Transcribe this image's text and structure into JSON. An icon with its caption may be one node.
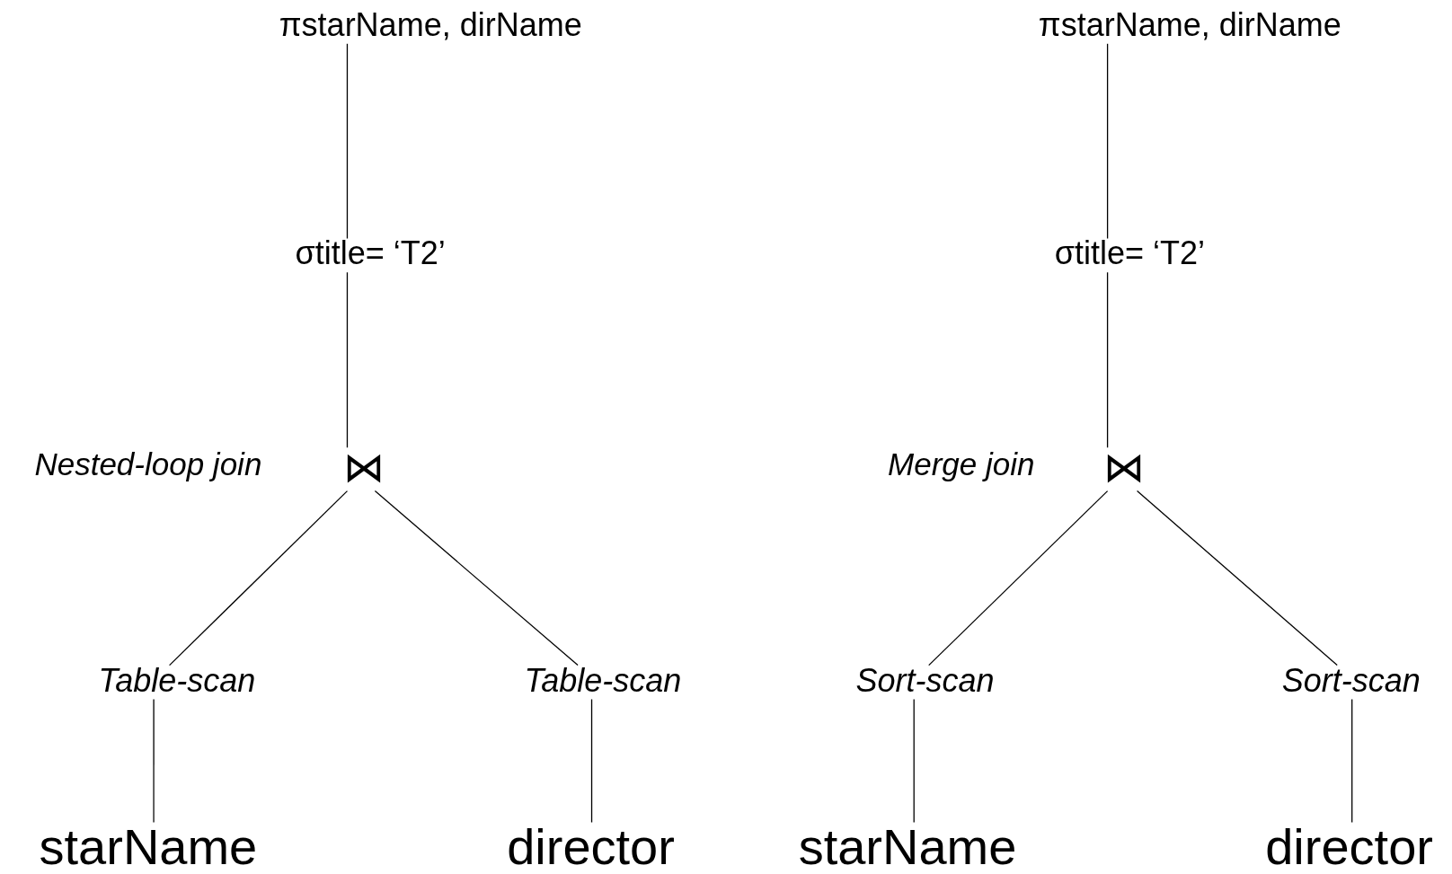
{
  "diagram": {
    "nodes": [
      {
        "text": [
          "πstarName, dirName"
        ]
      },
      {
        "text": [
          "σtitle= ‘T2’"
        ]
      },
      {
        "text": [
          "⋈"
        ],
        "beside": [
          "Nested-loop join"
        ]
      },
      {
        "text": [
          "Table-scan"
        ]
      },
      {
        "text": [
          "Table-scan"
        ]
      },
      {
        "text": [
          "starName"
        ]
      },
      {
        "text": [
          "director"
        ]
      },
      {
        "text": [
          "πstarName, dirName"
        ]
      },
      {
        "text": [
          "σtitle= ‘T2’"
        ]
      },
      {
        "text": [
          "⋈"
        ],
        "beside": [
          "Merge join"
        ]
      },
      {
        "text": [
          "Sort-scan"
        ]
      },
      {
        "text": [
          "Sort-scan"
        ]
      },
      {
        "text": [
          "starName"
        ]
      },
      {
        "text": [
          "director"
        ]
      }
    ],
    "edges": [
      {
        "from": 0,
        "to": 1,
        "arrow": "none"
      },
      {
        "from": 1,
        "to": 2,
        "arrow": "none"
      },
      {
        "from": 2,
        "to": 3,
        "arrow": "none"
      },
      {
        "from": 2,
        "to": 4,
        "arrow": "none"
      },
      {
        "from": 3,
        "to": 5,
        "arrow": "none"
      },
      {
        "from": 4,
        "to": 6,
        "arrow": "none"
      },
      {
        "from": 7,
        "to": 8,
        "arrow": "none"
      },
      {
        "from": 8,
        "to": 9,
        "arrow": "none"
      },
      {
        "from": 9,
        "to": 10,
        "arrow": "none"
      },
      {
        "from": 9,
        "to": 11,
        "arrow": "none"
      },
      {
        "from": 10,
        "to": 12,
        "arrow": "none"
      },
      {
        "from": 11,
        "to": 13,
        "arrow": "none"
      }
    ]
  }
}
